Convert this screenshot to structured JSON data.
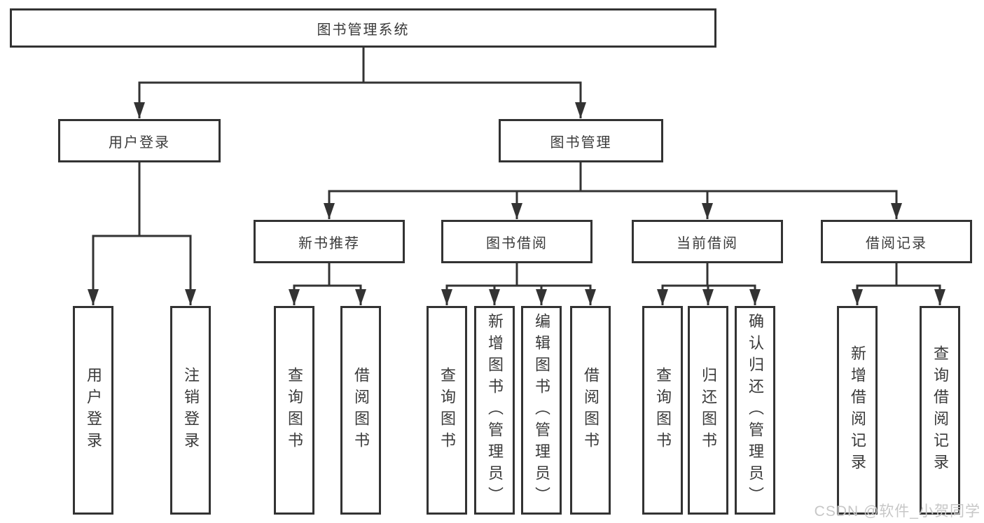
{
  "tree": {
    "root": {
      "label": "图书管理系统",
      "children": [
        {
          "label": "用户登录",
          "children": [
            {
              "label": "用户登录"
            },
            {
              "label": "注销登录"
            }
          ]
        },
        {
          "label": "图书管理",
          "children": [
            {
              "label": "新书推荐",
              "children": [
                {
                  "label": "查询图书"
                },
                {
                  "label": "借阅图书"
                }
              ]
            },
            {
              "label": "图书借阅",
              "children": [
                {
                  "label": "查询图书"
                },
                {
                  "label": "新增图书（管理员）"
                },
                {
                  "label": "编辑图书（管理员）"
                },
                {
                  "label": "借阅图书"
                }
              ]
            },
            {
              "label": "当前借阅",
              "children": [
                {
                  "label": "查询图书"
                },
                {
                  "label": "归还图书"
                },
                {
                  "label": "确认归还（管理员）"
                }
              ]
            },
            {
              "label": "借阅记录",
              "children": [
                {
                  "label": "新增借阅记录"
                },
                {
                  "label": "查询借阅记录"
                }
              ]
            }
          ]
        }
      ]
    }
  },
  "watermark": {
    "text": "CSDN @软件_小贺同学"
  },
  "colors": {
    "line": "#333333",
    "text": "#3a3a3a",
    "background": "#ffffff",
    "watermark": "#c7c7c7"
  }
}
